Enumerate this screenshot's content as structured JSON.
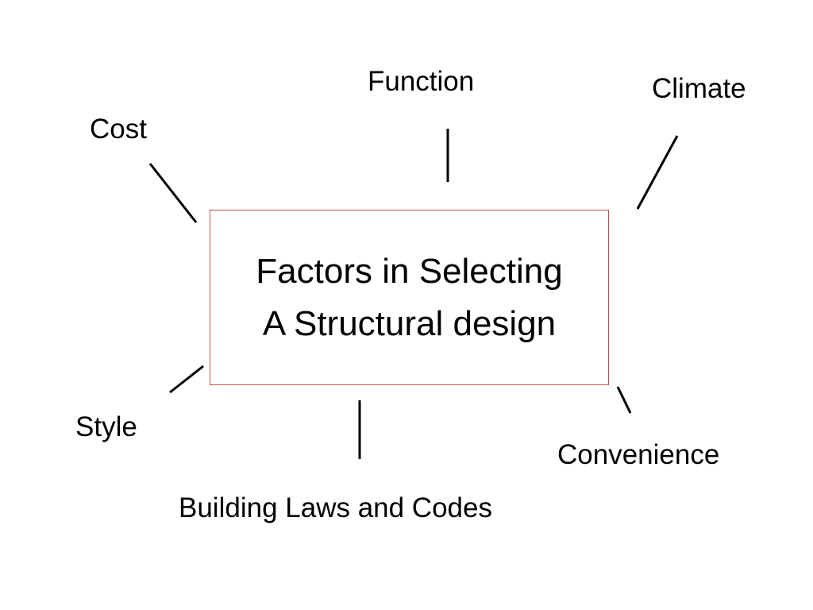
{
  "diagram": {
    "center": {
      "line1": "Factors in Selecting",
      "line2": "A Structural design",
      "border_color": "#c0504d"
    },
    "factors": {
      "function": "Function",
      "climate": "Climate",
      "cost": "Cost",
      "style": "Style",
      "convenience": "Convenience",
      "codes": "Building Laws and Codes"
    }
  }
}
